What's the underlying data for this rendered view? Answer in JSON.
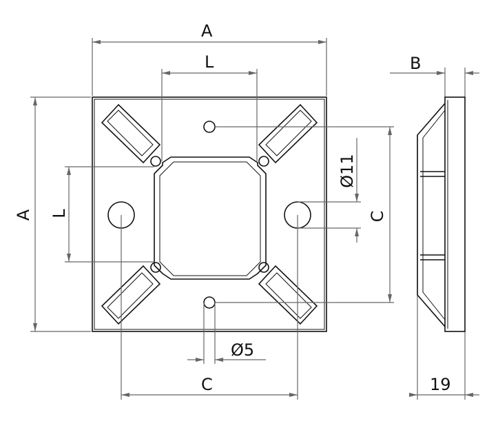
{
  "labels": {
    "top_A": "A",
    "top_L": "L",
    "left_A": "A",
    "left_L": "L",
    "right_C": "C",
    "bottom_C": "C",
    "hole_large": "Ø11",
    "hole_small": "Ø5",
    "side_B": "B",
    "side_thickness": "19"
  }
}
